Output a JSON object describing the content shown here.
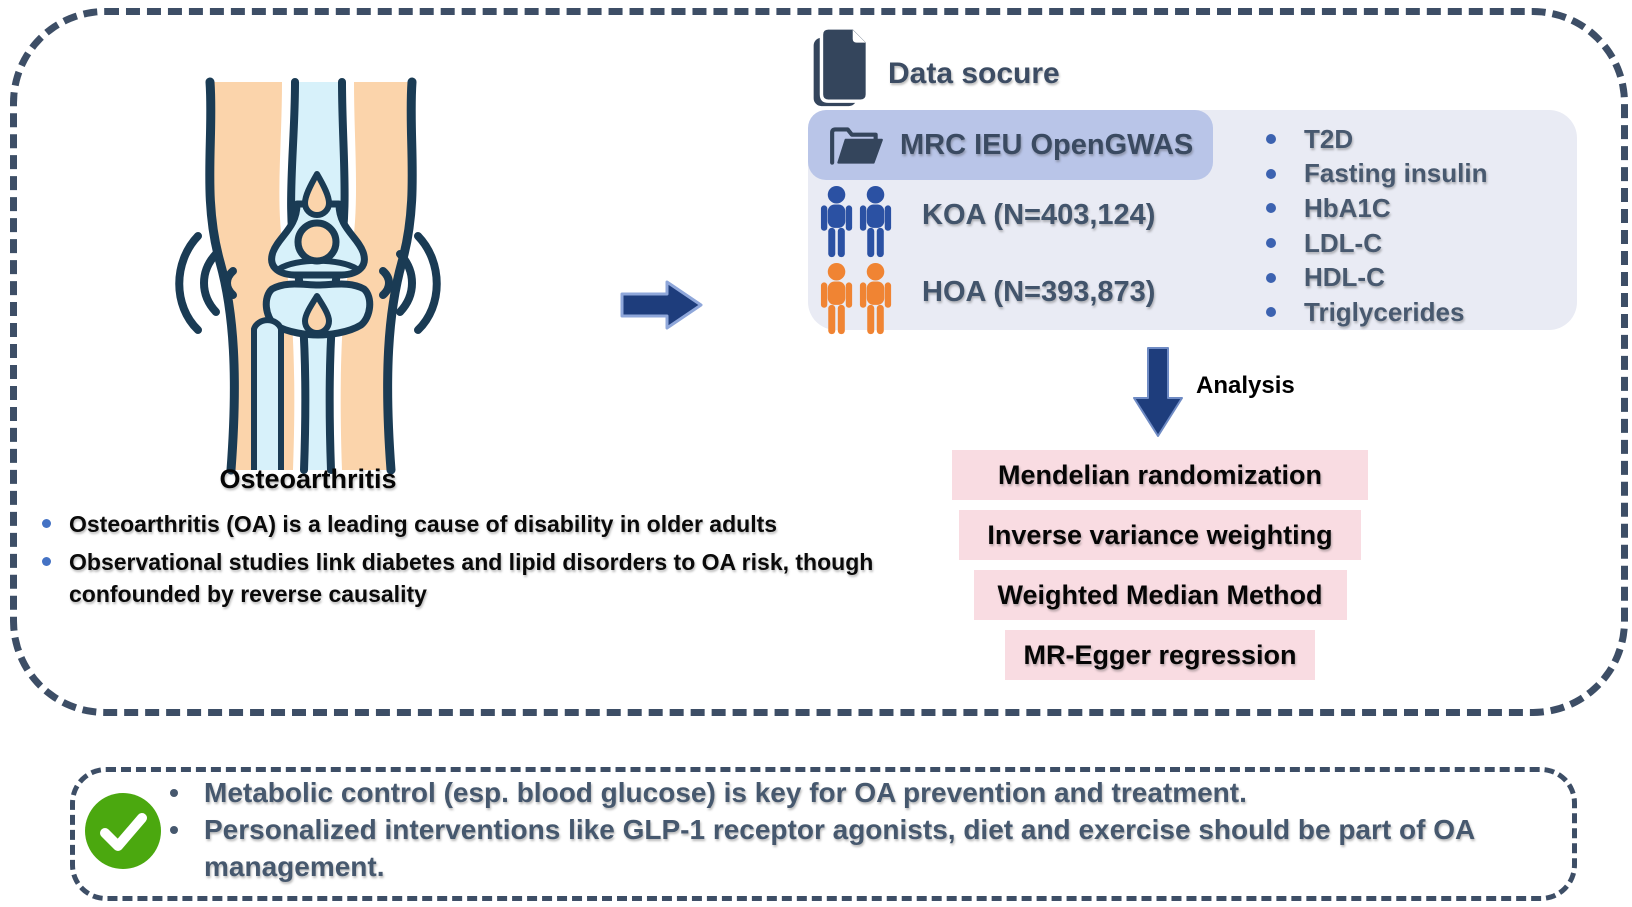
{
  "header": {
    "data_source_heading": "Data socure"
  },
  "knee": {
    "caption": "Osteoarthritis"
  },
  "oa_bullets": [
    "Osteoarthritis (OA) is a leading cause of disability in older adults",
    "Observational studies link diabetes and lipid disorders to OA risk, though confounded by reverse causality"
  ],
  "data_source": {
    "database": "MRC IEU OpenGWAS",
    "cohorts": [
      {
        "label": "KOA (N=403,124)"
      },
      {
        "label": "HOA (N=393,873)"
      }
    ],
    "exposures": [
      "T2D",
      "Fasting insulin",
      "HbA1C",
      "LDL-C",
      "HDL-C",
      "Triglycerides"
    ]
  },
  "analysis": {
    "label": "Analysis",
    "methods": [
      "Mendelian randomization",
      "Inverse variance weighting",
      "Weighted Median Method",
      "MR-Egger regression"
    ]
  },
  "conclusion": {
    "bullets": [
      "Metabolic control (esp. blood glucose) is key for OA prevention and treatment.",
      "Personalized interventions like GLP-1 receptor agonists, diet and exercise should be part of OA management."
    ]
  },
  "colors": {
    "dashed_border": "#3D4E66",
    "arrow_navy": "#1E3D7C",
    "person_blue": "#2B51A3",
    "person_orange": "#F08433",
    "light_box": "#E9EBF4",
    "mrc_box": "#B9C5E8",
    "method_pink": "#F9DCE2",
    "check_green": "#4BA80F",
    "knee_skin": "#FBD4AB",
    "knee_bone_blue": "#D7F1FA",
    "knee_outline": "#1A3B54"
  }
}
